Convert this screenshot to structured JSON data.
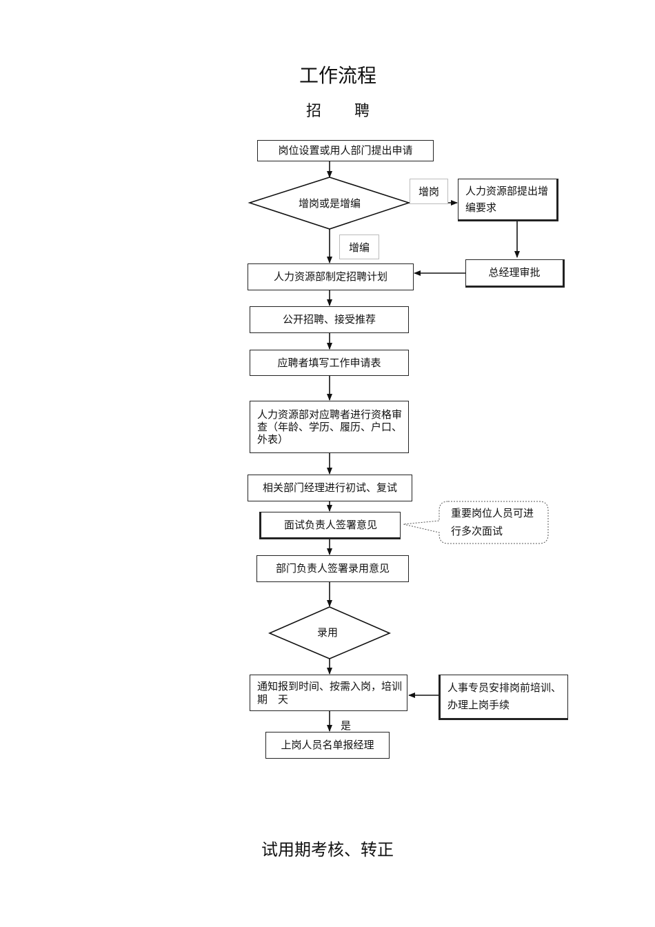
{
  "titles": {
    "main": "工作流程",
    "sub": "招聘",
    "footer": "试用期考核、转正"
  },
  "steps": {
    "s1": "岗位设置或用人部门提出申请",
    "d1": "增岗或是增编",
    "label_right": "增岗",
    "label_down": "增编",
    "hr_request": "人力资源部提出增编要求",
    "gm_approve": "总经理审批",
    "s2": "人力资源部制定招聘计划",
    "s3": "公开招聘、接受推荐",
    "s4": "应聘者填写工作申请表",
    "s5": "人力资源部对应聘者进行资格审查（年龄、学历、履历、户口、外表）",
    "s6": "相关部门经理进行初试、复试",
    "s7": "面试负责人签署意见",
    "note": "重要岗位人员可进行多次面试",
    "s8": "部门负责人签署录用意见",
    "d2": "录用",
    "s9": "通知报到时间、按需入岗，培训期　天",
    "training": "人事专员安排岗前培训、办理上岗手续",
    "label_yes": "是",
    "s10": "上岗人员名单报经理"
  }
}
